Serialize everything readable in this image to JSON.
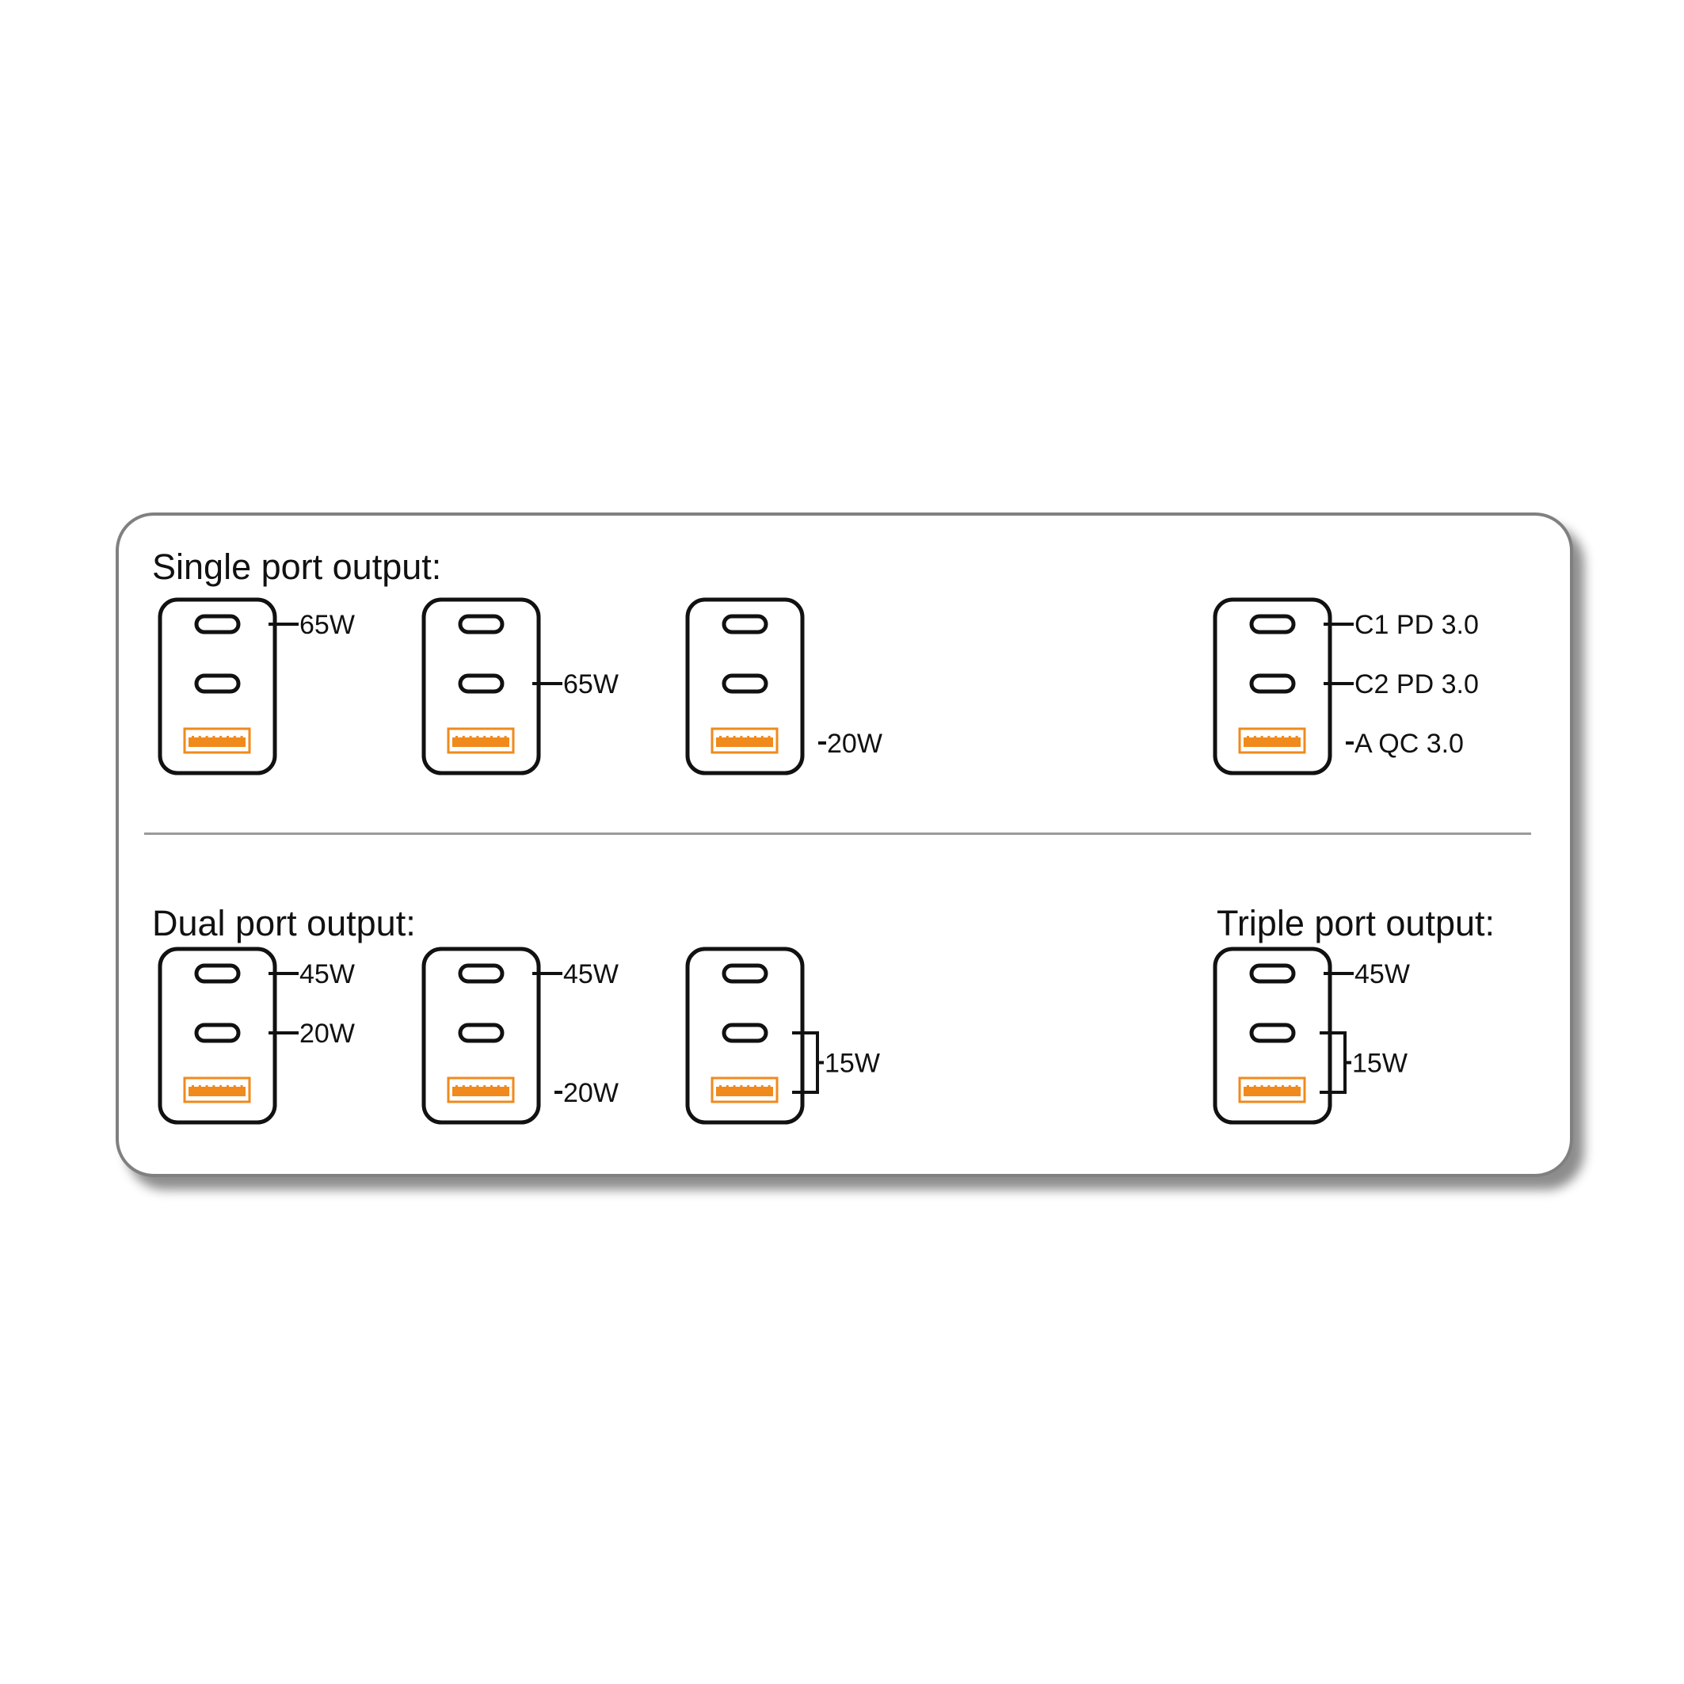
{
  "colors": {
    "usb_a_accent": "#F08A1C",
    "outline": "#111111",
    "card_border": "#808080",
    "divider": "#9A9A9A"
  },
  "icons": {
    "usb_c_port": "usb-c-port-icon",
    "usb_a_port": "usb-a-port-icon",
    "charger": "charger-icon"
  },
  "sections": {
    "single_title": "Single port output:",
    "dual_title": "Dual port output:",
    "triple_title": "Triple port output:"
  },
  "chargers": [
    {
      "name": "single-c1",
      "active_ports": [
        "C1"
      ],
      "labels": [
        {
          "port": "C1",
          "text": "65W"
        }
      ]
    },
    {
      "name": "single-c2",
      "active_ports": [
        "C2"
      ],
      "labels": [
        {
          "port": "C2",
          "text": "65W"
        }
      ]
    },
    {
      "name": "single-a",
      "active_ports": [
        "A"
      ],
      "labels": [
        {
          "port": "A",
          "text": "20W"
        }
      ]
    },
    {
      "name": "port-legend",
      "active_ports": [
        "C1",
        "C2",
        "A"
      ],
      "labels": [
        {
          "port": "C1",
          "text": "C1  PD 3.0"
        },
        {
          "port": "C2",
          "text": "C2 PD 3.0"
        },
        {
          "port": "A",
          "text": "A QC 3.0"
        }
      ]
    },
    {
      "name": "dual-c1-c2",
      "active_ports": [
        "C1",
        "C2"
      ],
      "labels": [
        {
          "port": "C1",
          "text": "45W"
        },
        {
          "port": "C2",
          "text": "20W"
        }
      ]
    },
    {
      "name": "dual-c1-a",
      "active_ports": [
        "C1",
        "A"
      ],
      "labels": [
        {
          "port": "C1",
          "text": "45W"
        },
        {
          "port": "A",
          "text": "20W"
        }
      ]
    },
    {
      "name": "dual-c2-a",
      "active_ports": [
        "C2",
        "A"
      ],
      "labels": [
        {
          "group": [
            "C2",
            "A"
          ],
          "text": "15W"
        }
      ]
    },
    {
      "name": "triple-all",
      "active_ports": [
        "C1",
        "C2",
        "A"
      ],
      "labels": [
        {
          "port": "C1",
          "text": "45W"
        },
        {
          "group": [
            "C2",
            "A"
          ],
          "text": "15W"
        }
      ]
    }
  ]
}
